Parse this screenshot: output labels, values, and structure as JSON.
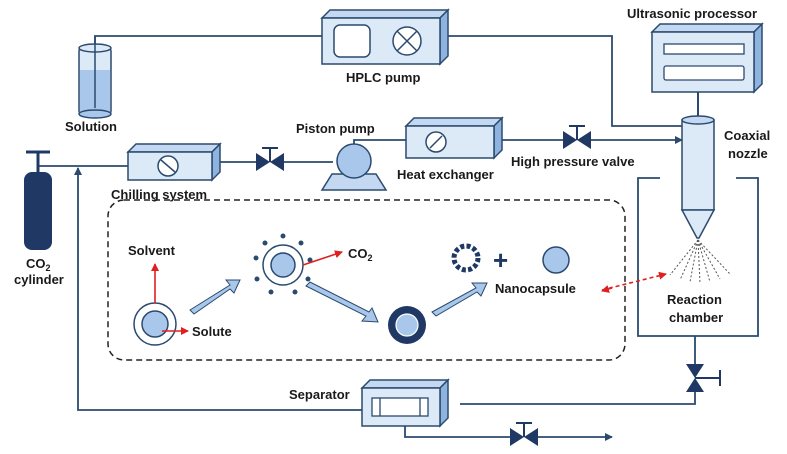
{
  "labels": {
    "ultrasonic_processor": "Ultrasonic processor",
    "hplc_pump": "HPLC pump",
    "solution": "Solution",
    "coaxial": "Coaxial",
    "nozzle": "nozzle",
    "piston_pump": "Piston pump",
    "heat_exchanger": "Heat exchanger",
    "high_pressure_valve": "High pressure valve",
    "chilling_system": "Chilling system",
    "co2_prefix": "CO",
    "co2_sub": "2",
    "cylinder": "cylinder",
    "solvent": "Solvent",
    "solute": "Solute",
    "nanocapsule": "Nanocapsule",
    "reaction": "Reaction",
    "chamber": "chamber",
    "separator": "Separator",
    "plus": "+"
  },
  "colors": {
    "fill_light": "#dce9f7",
    "fill_mid": "#a9c7ea",
    "fill_dark": "#1f3864",
    "stroke": "#2b4a6e",
    "accent_red": "#e02020",
    "arrow_blue": "#a9c7ea"
  }
}
